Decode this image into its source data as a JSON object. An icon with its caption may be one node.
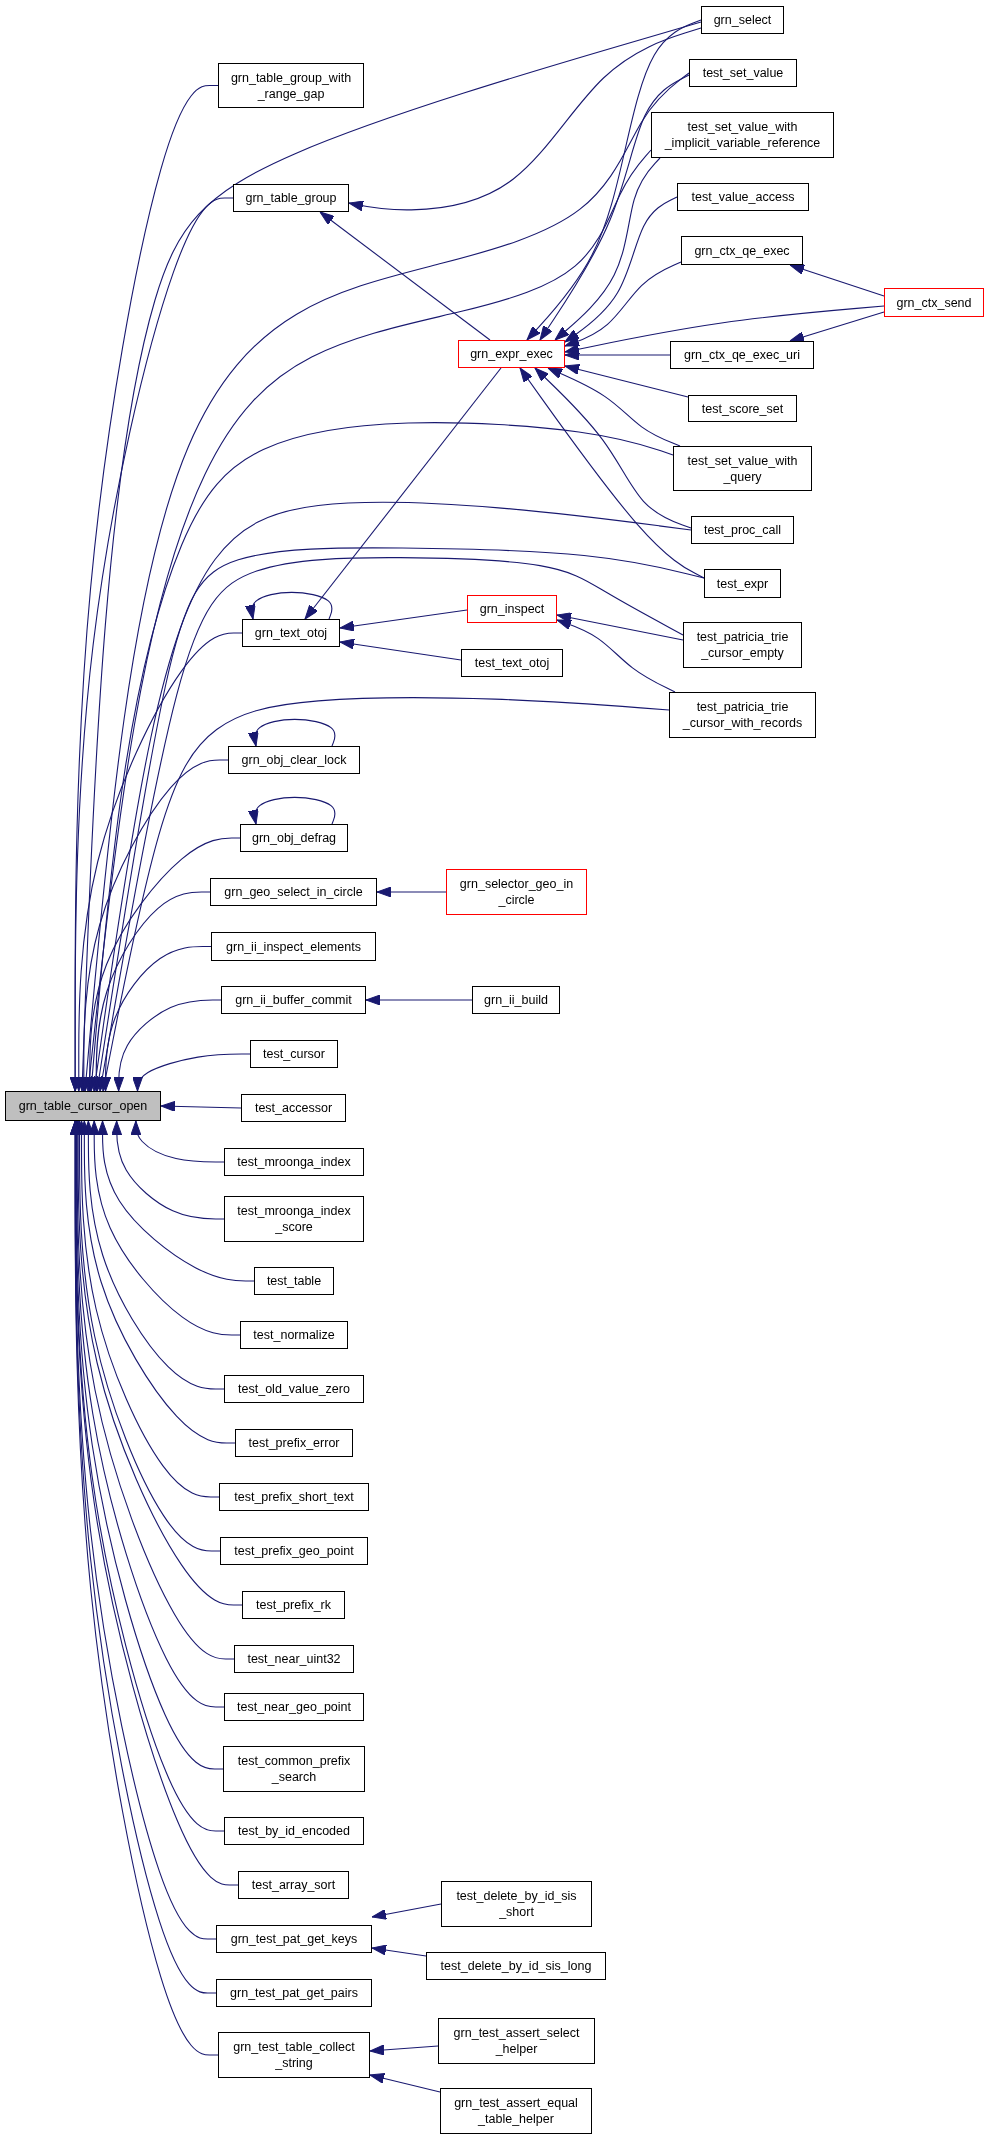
{
  "diagram": {
    "nodes": [
      {
        "text": [
          "grn_table_cursor_open"
        ]
      },
      {
        "text": [
          "grn_table_group_with _range_gap"
        ]
      },
      {
        "text": [
          "grn_table_group"
        ]
      },
      {
        "text": [
          "grn_expr_exec"
        ]
      },
      {
        "text": [
          "grn_text_otoj"
        ]
      },
      {
        "text": [
          "grn_inspect"
        ]
      },
      {
        "text": [
          "test_text_otoj"
        ]
      },
      {
        "text": [
          "grn_obj_clear_lock"
        ]
      },
      {
        "text": [
          "grn_obj_defrag"
        ]
      },
      {
        "text": [
          "grn_geo_select_in_circle"
        ]
      },
      {
        "text": [
          "grn_selector_geo_in _circle"
        ]
      },
      {
        "text": [
          "grn_ii_inspect_elements"
        ]
      },
      {
        "text": [
          "grn_ii_buffer_commit"
        ]
      },
      {
        "text": [
          "grn_ii_build"
        ]
      },
      {
        "text": [
          "test_cursor"
        ]
      },
      {
        "text": [
          "test_accessor"
        ]
      },
      {
        "text": [
          "test_mroonga_index"
        ]
      },
      {
        "text": [
          "test_mroonga_index _score"
        ]
      },
      {
        "text": [
          "test_table"
        ]
      },
      {
        "text": [
          "test_normalize"
        ]
      },
      {
        "text": [
          "test_old_value_zero"
        ]
      },
      {
        "text": [
          "test_prefix_error"
        ]
      },
      {
        "text": [
          "test_prefix_short_text"
        ]
      },
      {
        "text": [
          "test_prefix_geo_point"
        ]
      },
      {
        "text": [
          "test_prefix_rk"
        ]
      },
      {
        "text": [
          "test_near_uint32"
        ]
      },
      {
        "text": [
          "test_near_geo_point"
        ]
      },
      {
        "text": [
          "test_common_prefix _search"
        ]
      },
      {
        "text": [
          "test_by_id_encoded"
        ]
      },
      {
        "text": [
          "test_array_sort"
        ]
      },
      {
        "text": [
          "grn_test_pat_get_keys"
        ]
      },
      {
        "text": [
          "test_delete_by_id_sis _short"
        ]
      },
      {
        "text": [
          "test_delete_by_id_sis_long"
        ]
      },
      {
        "text": [
          "grn_test_pat_get_pairs"
        ]
      },
      {
        "text": [
          "grn_test_table_collect _string"
        ]
      },
      {
        "text": [
          "grn_test_assert_select _helper"
        ]
      },
      {
        "text": [
          "grn_test_assert_equal _table_helper"
        ]
      },
      {
        "text": [
          "grn_select"
        ]
      },
      {
        "text": [
          "test_set_value"
        ]
      },
      {
        "text": [
          "test_set_value_with _implicit_variable_reference"
        ]
      },
      {
        "text": [
          "test_value_access"
        ]
      },
      {
        "text": [
          "grn_ctx_qe_exec"
        ]
      },
      {
        "text": [
          "grn_ctx_send"
        ]
      },
      {
        "text": [
          "grn_ctx_qe_exec_uri"
        ]
      },
      {
        "text": [
          "test_score_set"
        ]
      },
      {
        "text": [
          "test_set_value_with _query"
        ]
      },
      {
        "text": [
          "test_proc_call"
        ]
      },
      {
        "text": [
          "test_expr"
        ]
      },
      {
        "text": [
          "test_patricia_trie _cursor_empty"
        ]
      },
      {
        "text": [
          "test_patricia_trie _cursor_with_records"
        ]
      }
    ],
    "edges": [
      {
        "from": 1,
        "to": 0,
        "arrow": "to"
      },
      {
        "from": 2,
        "to": 0,
        "arrow": "to"
      },
      {
        "from": 4,
        "to": 0,
        "arrow": "to"
      },
      {
        "from": 7,
        "to": 0,
        "arrow": "to"
      },
      {
        "from": 8,
        "to": 0,
        "arrow": "to"
      },
      {
        "from": 9,
        "to": 0,
        "arrow": "to"
      },
      {
        "from": 11,
        "to": 0,
        "arrow": "to"
      },
      {
        "from": 12,
        "to": 0,
        "arrow": "to"
      },
      {
        "from": 14,
        "to": 0,
        "arrow": "to"
      },
      {
        "from": 15,
        "to": 0,
        "arrow": "to"
      },
      {
        "from": 16,
        "to": 0,
        "arrow": "to"
      },
      {
        "from": 17,
        "to": 0,
        "arrow": "to"
      },
      {
        "from": 18,
        "to": 0,
        "arrow": "to"
      },
      {
        "from": 19,
        "to": 0,
        "arrow": "to"
      },
      {
        "from": 20,
        "to": 0,
        "arrow": "to"
      },
      {
        "from": 21,
        "to": 0,
        "arrow": "to"
      },
      {
        "from": 22,
        "to": 0,
        "arrow": "to"
      },
      {
        "from": 23,
        "to": 0,
        "arrow": "to"
      },
      {
        "from": 24,
        "to": 0,
        "arrow": "to"
      },
      {
        "from": 25,
        "to": 0,
        "arrow": "to"
      },
      {
        "from": 26,
        "to": 0,
        "arrow": "to"
      },
      {
        "from": 27,
        "to": 0,
        "arrow": "to"
      },
      {
        "from": 28,
        "to": 0,
        "arrow": "to"
      },
      {
        "from": 29,
        "to": 0,
        "arrow": "to"
      },
      {
        "from": 30,
        "to": 0,
        "arrow": "to"
      },
      {
        "from": 33,
        "to": 0,
        "arrow": "to"
      },
      {
        "from": 34,
        "to": 0,
        "arrow": "to"
      },
      {
        "from": 37,
        "to": 0,
        "arrow": "to"
      },
      {
        "from": 38,
        "to": 0,
        "arrow": "to"
      },
      {
        "from": 39,
        "to": 0,
        "arrow": "to"
      },
      {
        "from": 45,
        "to": 0,
        "arrow": "to"
      },
      {
        "from": 46,
        "to": 0,
        "arrow": "to"
      },
      {
        "from": 47,
        "to": 0,
        "arrow": "to"
      },
      {
        "from": 48,
        "to": 0,
        "arrow": "to"
      },
      {
        "from": 49,
        "to": 0,
        "arrow": "to"
      },
      {
        "from": 37,
        "to": 2,
        "arrow": "to"
      },
      {
        "from": 37,
        "to": 3,
        "arrow": "to"
      },
      {
        "from": 38,
        "to": 3,
        "arrow": "to"
      },
      {
        "from": 39,
        "to": 3,
        "arrow": "to"
      },
      {
        "from": 40,
        "to": 3,
        "arrow": "to"
      },
      {
        "from": 41,
        "to": 3,
        "arrow": "to"
      },
      {
        "from": 42,
        "to": 3,
        "arrow": "to"
      },
      {
        "from": 42,
        "to": 41,
        "arrow": "to"
      },
      {
        "from": 42,
        "to": 43,
        "arrow": "to"
      },
      {
        "from": 43,
        "to": 3,
        "arrow": "to"
      },
      {
        "from": 44,
        "to": 3,
        "arrow": "to"
      },
      {
        "from": 45,
        "to": 3,
        "arrow": "to"
      },
      {
        "from": 46,
        "to": 3,
        "arrow": "to"
      },
      {
        "from": 47,
        "to": 3,
        "arrow": "to"
      },
      {
        "from": 3,
        "to": 2,
        "arrow": "to"
      },
      {
        "from": 3,
        "to": 4,
        "arrow": "to"
      },
      {
        "from": 4,
        "to": 4,
        "arrow": "to"
      },
      {
        "from": 5,
        "to": 4,
        "arrow": "to"
      },
      {
        "from": 6,
        "to": 4,
        "arrow": "to"
      },
      {
        "from": 48,
        "to": 5,
        "arrow": "to"
      },
      {
        "from": 49,
        "to": 5,
        "arrow": "to"
      },
      {
        "from": 7,
        "to": 7,
        "arrow": "to"
      },
      {
        "from": 8,
        "to": 8,
        "arrow": "to"
      },
      {
        "from": 10,
        "to": 9,
        "arrow": "to"
      },
      {
        "from": 13,
        "to": 12,
        "arrow": "to"
      },
      {
        "from": 31,
        "to": 30,
        "arrow": "to"
      },
      {
        "from": 32,
        "to": 30,
        "arrow": "to"
      },
      {
        "from": 35,
        "to": 34,
        "arrow": "to"
      },
      {
        "from": 36,
        "to": 34,
        "arrow": "to"
      }
    ]
  }
}
